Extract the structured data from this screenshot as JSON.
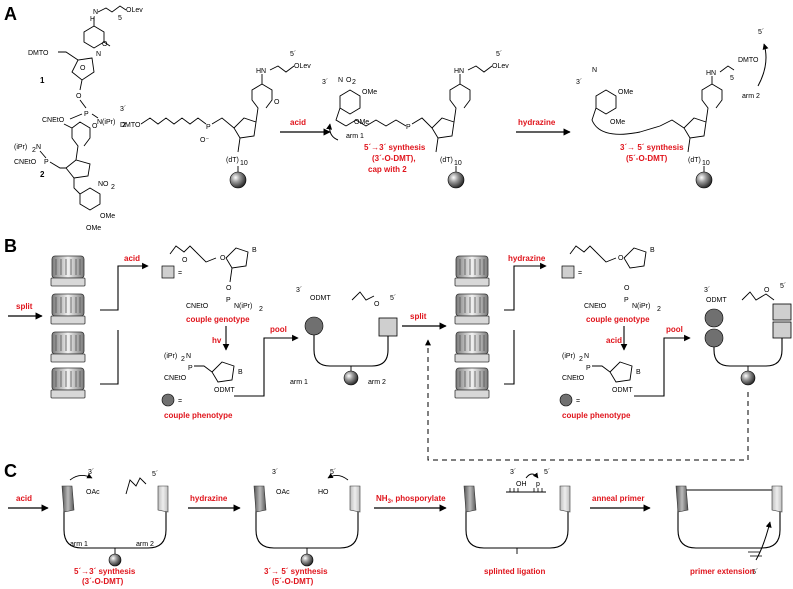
{
  "panels": {
    "a": "A",
    "b": "B",
    "c": "C"
  },
  "colors": {
    "red": "#e0141c",
    "black": "#000000",
    "gray": "#9a9a9a"
  },
  "panel_a": {
    "c1_dmto": "DMTO",
    "c1_nh": "H",
    "c1_n": "N",
    "c1_olev": "OLev",
    "c1_sub": "5",
    "c1_number": "1",
    "c1_cneto": "CNEtO",
    "c1_p": "P",
    "c1_nipr": "N(iPr)",
    "c1_nipr_sub": "2",
    "c2_number": "2",
    "c2_ipr": "(iPr)",
    "c2_n": "N",
    "c2_sub": "2",
    "c2_cneto": "CNEtO",
    "c2_p": "P",
    "c2_no2": "NO",
    "c2_no2_sub": "2",
    "c2_ome1": "OMe",
    "c2_ome2": "OMe",
    "s1_3prime": "3´",
    "s1_5prime": "5´",
    "s1_dmto": "DMTO",
    "s1_olev": "OLev",
    "s1_dt": "(dT)",
    "s1_dt_sub": "10",
    "s1_o": "O",
    "arrow1": "acid",
    "s2_3prime": "3´",
    "s2_5prime": "5´",
    "s2_no2": "O",
    "s2_no2_sub": "2",
    "s2_ome1": "OMe",
    "s2_ome2": "OMe",
    "s2_arm1": "arm 1",
    "s2_olev": "OLev",
    "s2_dt": "(dT)",
    "s2_dt_sub": "10",
    "s2_red1": "5´→3´ synthesis",
    "s2_red2": "(3´-O-DMT),",
    "s2_red3": "cap with 2",
    "arrow2": "hydrazine",
    "s3_3prime": "3´",
    "s3_5prime": "5´",
    "s3_dmto": "DMTO",
    "s3_arm2": "arm 2",
    "s3_dt": "(dT)",
    "s3_dt_sub": "10",
    "s3_red1": "3´→ 5´ synthesis",
    "s3_red2": "(5´-O-DMT)"
  },
  "panel_b": {
    "split1": "split",
    "acid1": "acid",
    "hv": "hv",
    "pool1": "pool",
    "couple_genotype1": "couple genotype",
    "couple_phenotype1": "couple phenotype",
    "eq": "=",
    "b": "B",
    "cneto": "CNEtO",
    "nipr2": "N(iPr)",
    "sub2": "2",
    "iprn": "(iPr)",
    "odmt": "ODMT",
    "center_3prime": "3´",
    "center_odmt": "ODMT",
    "center_5prime": "5´",
    "center_arm1": "arm 1",
    "center_arm2": "arm 2",
    "split2": "split",
    "hydrazine": "hydrazine",
    "acid2": "acid",
    "pool2": "pool",
    "couple_genotype2": "couple genotype",
    "couple_phenotype2": "couple phenotype",
    "right_3prime": "3´",
    "right_odmt": "ODMT",
    "right_5prime": "5´"
  },
  "panel_c": {
    "acid": "acid",
    "hydrazine": "hydrazine",
    "nh3": "NH",
    "nh3_sub": "3",
    "nh3_rest": ", phosporylate",
    "anneal": "anneal primer",
    "c1_3prime": "3´",
    "c1_5prime": "5´",
    "c1_oac": "OAc",
    "c1_arm1": "arm 1",
    "c1_arm2": "arm 2",
    "c1_red1": "5´→3´ synthesis",
    "c1_red2": "(3´-O-DMT)",
    "c2_3prime": "3´",
    "c2_5prime": "5´",
    "c2_oac": "OAc",
    "c2_ho": "HO",
    "c2_red1": "3´→ 5´ synthesis",
    "c2_red2": "(5´-O-DMT)",
    "c3_3prime": "3´",
    "c3_5prime": "5´",
    "c3_oh": "OH",
    "c3_p": "p",
    "c3_red": "splinted ligation",
    "c4_red": "primer extension",
    "c4_5prime": "5´"
  }
}
